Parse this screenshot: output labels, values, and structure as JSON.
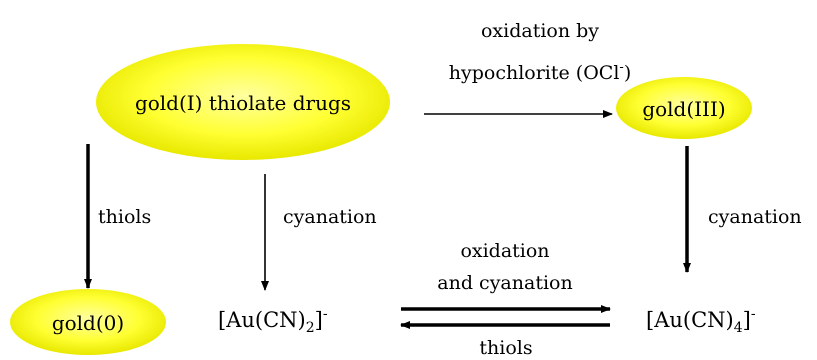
{
  "nodes": {
    "gold_i": "gold(I) thiolate drugs",
    "gold_iii": "gold(III)",
    "gold_0": "gold(0)",
    "au_cn2": {
      "base": "[Au(CN)",
      "sub": "2",
      "tail": "]",
      "sup": "-"
    },
    "au_cn4": {
      "base": "[Au(CN)",
      "sub": "4",
      "tail": "]",
      "sup": "-"
    }
  },
  "arrows": {
    "oxidation_line1": "oxidation by",
    "oxidation_line2_base": "hypochlorite (OCl",
    "oxidation_line2_sup": "-",
    "oxidation_line2_tail": ")",
    "thiols_left": "thiols",
    "cyanation_left": "cyanation",
    "cyanation_right": "cyanation",
    "ox_cyan_line1": "oxidation",
    "ox_cyan_line2": "and cyanation",
    "thiols_bottom": "thiols"
  },
  "colors": {
    "ellipse_center": "#ffffa0",
    "ellipse_mid": "#ffff33",
    "ellipse_edge": "#e8e800"
  }
}
